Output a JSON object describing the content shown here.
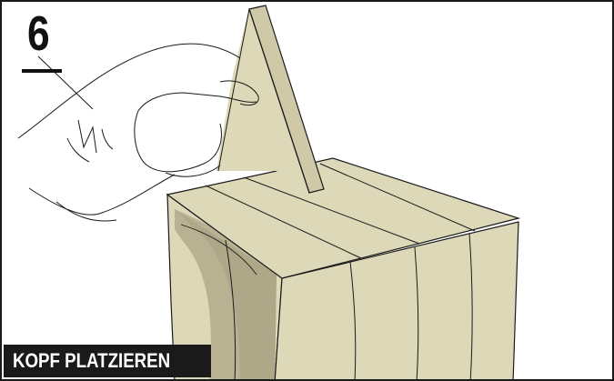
{
  "step": {
    "number": "6"
  },
  "caption": {
    "text": "KOPF PLATZIEREN"
  },
  "colors": {
    "cardboard": "#ddd8b8",
    "cardboard_shadow": "#b8b292",
    "cardboard_dark": "#a9a385",
    "outline": "#1a1a1a",
    "caption_bg": "#1a1a1a",
    "caption_text": "#ffffff"
  },
  "illustration": {
    "subject": "hand placing triangular cardboard head onto a cardboard box",
    "icons": [
      "hand-icon",
      "cardboard-head-piece-icon",
      "cardboard-box-icon"
    ]
  }
}
